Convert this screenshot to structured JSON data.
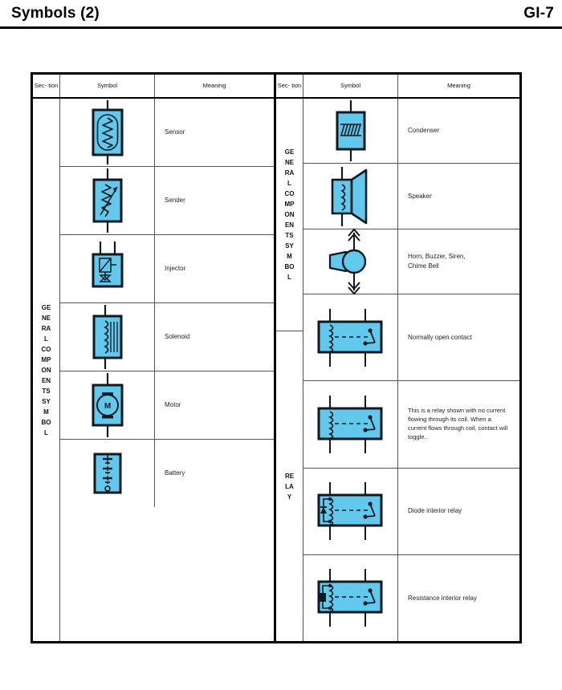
{
  "header": {
    "title": "Symbols (2)",
    "page_number": "GI-7"
  },
  "colors": {
    "symbol_fill": "#62C9EC",
    "symbol_stroke": "#121820",
    "grid_line": "#555555",
    "outer_border": "#000000",
    "text": "#222222"
  },
  "table": {
    "columns": [
      "Sec-\ntion",
      "Symbol",
      "Meaning",
      "Sec-\ntion",
      "Symbol",
      "Meaning"
    ],
    "header_section": "Sec-\ntion",
    "header_symbol": "Symbol",
    "header_meaning": "Meaning",
    "left": {
      "section_label": "GENERAL COMPONENTS SYMBOL",
      "rows": [
        {
          "symbol": "sensor-symbol",
          "meaning": "Sensor"
        },
        {
          "symbol": "sender-symbol",
          "meaning": "Sender"
        },
        {
          "symbol": "injector-symbol",
          "meaning": "Injector"
        },
        {
          "symbol": "solenoid-symbol",
          "meaning": "Solenoid"
        },
        {
          "symbol": "motor-symbol",
          "meaning": "Motor"
        },
        {
          "symbol": "battery-symbol",
          "meaning": "Battery"
        }
      ]
    },
    "right": {
      "sections": [
        {
          "label": "GENERAL COMPONENTS SYMBOL",
          "row_span": 3
        },
        {
          "label": "RELAY",
          "row_span": 4
        }
      ],
      "rows": [
        {
          "symbol": "condenser-symbol",
          "meaning": "Condenser"
        },
        {
          "symbol": "speaker-symbol",
          "meaning": "Speaker"
        },
        {
          "symbol": "horn-symbol",
          "meaning": "Horn, Buzzer, Siren,\nChime Bell"
        },
        {
          "symbol": "relay-normally-open-symbol",
          "meaning": "Normally open contact"
        },
        {
          "symbol": "relay-no-current-symbol",
          "meaning": "This is a relay shown with no current flowing through its coil. When a current flows through coil, contact will toggle."
        },
        {
          "symbol": "relay-diode-symbol",
          "meaning": "Diode interior relay"
        },
        {
          "symbol": "relay-resistance-symbol",
          "meaning": "Resistance interior relay"
        }
      ]
    }
  }
}
